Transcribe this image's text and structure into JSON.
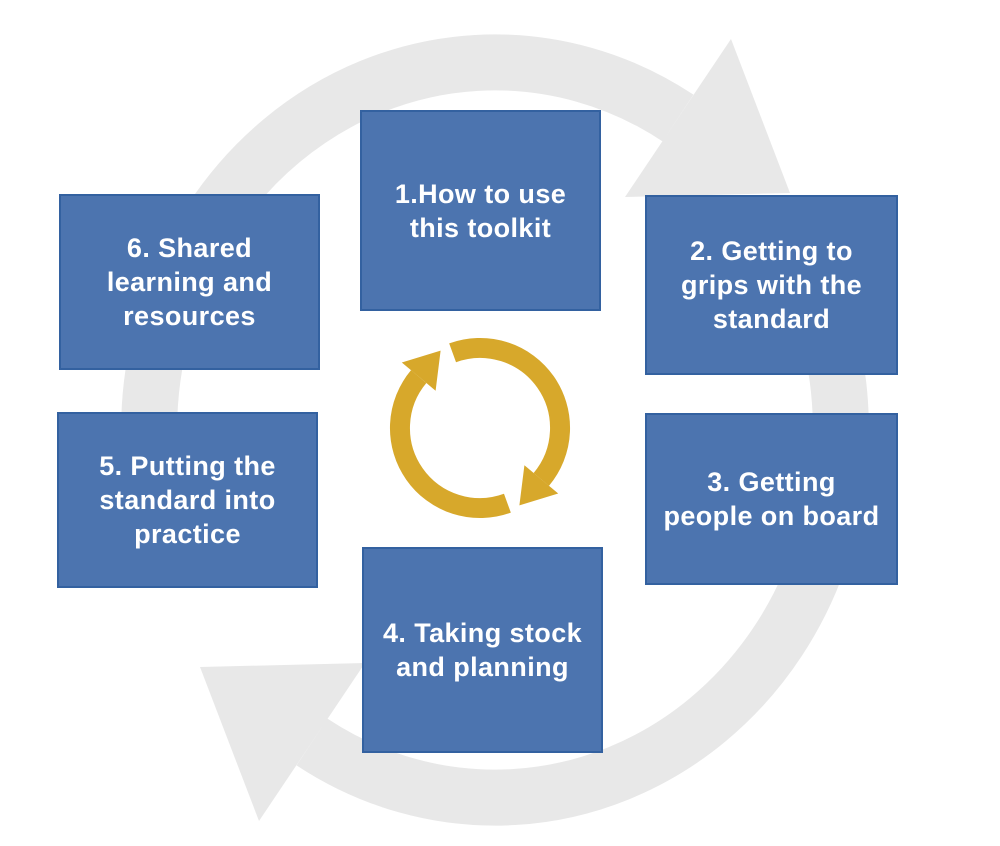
{
  "diagram": {
    "name": "toolkit-cycle-diagram",
    "steps": [
      {
        "label": "1.How to use\nthis toolkit"
      },
      {
        "label": "2. Getting to\ngrips with the\nstandard"
      },
      {
        "label": "3. Getting\npeople on board"
      },
      {
        "label": "4. Taking stock\nand planning"
      },
      {
        "label": "5. Putting the\nstandard into\npractice"
      },
      {
        "label": "6. Shared\nlearning and\nresources"
      }
    ],
    "icons": {
      "center": "cycle-arrows-icon",
      "background": "cycle-arrows-watermark-icon"
    }
  },
  "colors": {
    "background": "#FFFFFF",
    "box_fill": "#4C74AF",
    "box_border": "#3361A0",
    "box_text": "#FFFFFF",
    "center_arrows": "#D7A82B",
    "background_arrows": "#E8E8E8"
  }
}
